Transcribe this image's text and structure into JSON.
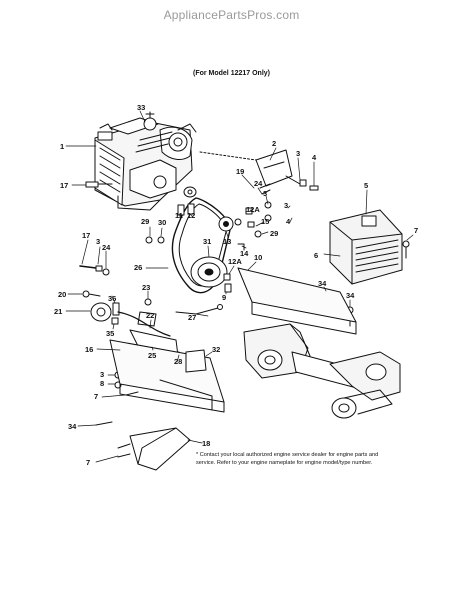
{
  "watermark": "AppliancePartsPros.com",
  "model_note": "(For Model 12217 Only)",
  "footnote": [
    "* Contact your local authorized engine service dealer for engine parts and",
    "service. Refer to your engine nameplate for engine model/type number."
  ],
  "callouts": [
    {
      "id": "33",
      "label": "33"
    },
    {
      "id": "1",
      "label": "1"
    },
    {
      "id": "17a",
      "label": "17"
    },
    {
      "id": "2",
      "label": "2"
    },
    {
      "id": "3a",
      "label": "3"
    },
    {
      "id": "4a",
      "label": "4"
    },
    {
      "id": "19",
      "label": "19"
    },
    {
      "id": "24a",
      "label": "24"
    },
    {
      "id": "5",
      "label": "5"
    },
    {
      "id": "3b",
      "label": "3"
    },
    {
      "id": "3c",
      "label": "3"
    },
    {
      "id": "4b",
      "label": "4"
    },
    {
      "id": "11",
      "label": "11"
    },
    {
      "id": "12",
      "label": "12"
    },
    {
      "id": "12a",
      "label": "12A"
    },
    {
      "id": "15",
      "label": "15"
    },
    {
      "id": "29a",
      "label": "29"
    },
    {
      "id": "30",
      "label": "30"
    },
    {
      "id": "13",
      "label": "13"
    },
    {
      "id": "14",
      "label": "14"
    },
    {
      "id": "29b",
      "label": "29"
    },
    {
      "id": "7a",
      "label": "7"
    },
    {
      "id": "17b",
      "label": "17"
    },
    {
      "id": "3d",
      "label": "3"
    },
    {
      "id": "24b",
      "label": "24"
    },
    {
      "id": "31",
      "label": "31"
    },
    {
      "id": "6",
      "label": "6"
    },
    {
      "id": "12a2",
      "label": "12A"
    },
    {
      "id": "10",
      "label": "10"
    },
    {
      "id": "26",
      "label": "26"
    },
    {
      "id": "9",
      "label": "9"
    },
    {
      "id": "20",
      "label": "20"
    },
    {
      "id": "36",
      "label": "36"
    },
    {
      "id": "34a",
      "label": "34"
    },
    {
      "id": "34b",
      "label": "34"
    },
    {
      "id": "23",
      "label": "23"
    },
    {
      "id": "21",
      "label": "21"
    },
    {
      "id": "35",
      "label": "35"
    },
    {
      "id": "22",
      "label": "22"
    },
    {
      "id": "27",
      "label": "27"
    },
    {
      "id": "16",
      "label": "16"
    },
    {
      "id": "25",
      "label": "25"
    },
    {
      "id": "28",
      "label": "28"
    },
    {
      "id": "32",
      "label": "32"
    },
    {
      "id": "3e",
      "label": "3"
    },
    {
      "id": "8",
      "label": "8"
    },
    {
      "id": "7b",
      "label": "7"
    },
    {
      "id": "34c",
      "label": "34"
    },
    {
      "id": "18",
      "label": "18"
    },
    {
      "id": "7c",
      "label": "7"
    }
  ]
}
